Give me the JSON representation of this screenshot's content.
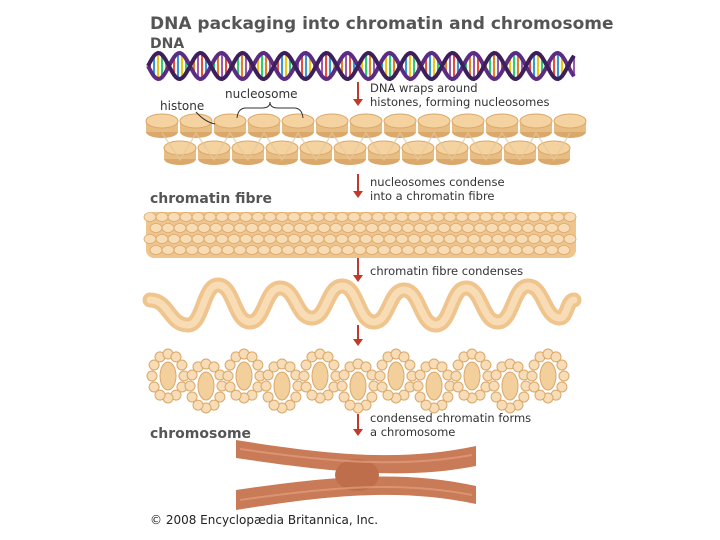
{
  "title": "DNA packaging into chromatin and chromosome",
  "sections": {
    "dna": "DNA",
    "chromatin_fibre": "chromatin fibre",
    "chromosome": "chromosome"
  },
  "labels": {
    "histone": "histone",
    "nucleosome": "nucleosome"
  },
  "steps": [
    {
      "line1": "DNA wraps around",
      "line2": "histones, forming nucleosomes"
    },
    {
      "line1": "nucleosomes condense",
      "line2": "into a chromatin fibre"
    },
    {
      "line1": "chromatin fibre condenses",
      "line2": ""
    },
    {
      "line1": "condensed chromatin forms",
      "line2": "a chromosome"
    }
  ],
  "copyright": "© 2008 Encyclopædia Britannica, Inc.",
  "colors": {
    "arrow": "#c0392b",
    "histone_fill": "#f5d3a0",
    "histone_edge": "#d9a86a",
    "fibre": "#efc48d",
    "chromosome": "#c97a57",
    "dna_backbone": "#5a2d82",
    "section_text": "#555555"
  }
}
